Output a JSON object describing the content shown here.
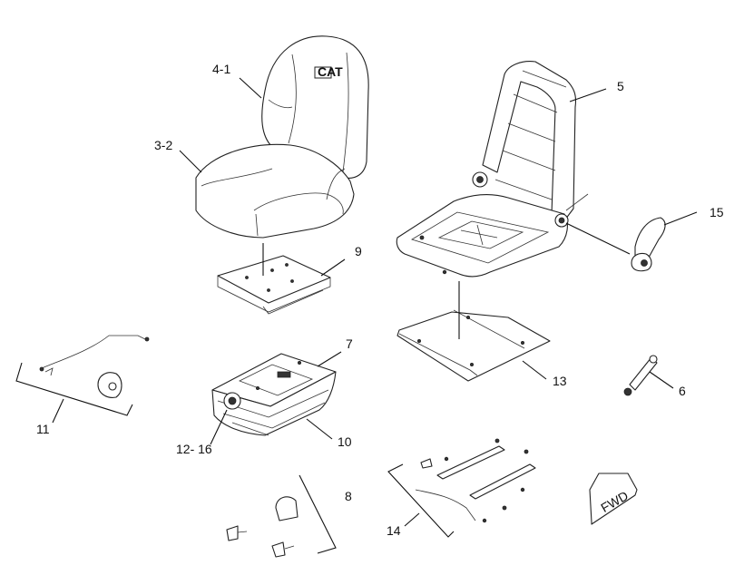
{
  "callouts": {
    "c4_1": "4-1",
    "c3_2": "3-2",
    "c5": "5",
    "c15": "15",
    "c9": "9",
    "c7": "7",
    "c13": "13",
    "c6": "6",
    "c11": "11",
    "c10": "10",
    "c12_16": "12- 16",
    "c8": "8",
    "c14": "14"
  },
  "seat_logo": "CAT",
  "fwd_label": "FWD"
}
